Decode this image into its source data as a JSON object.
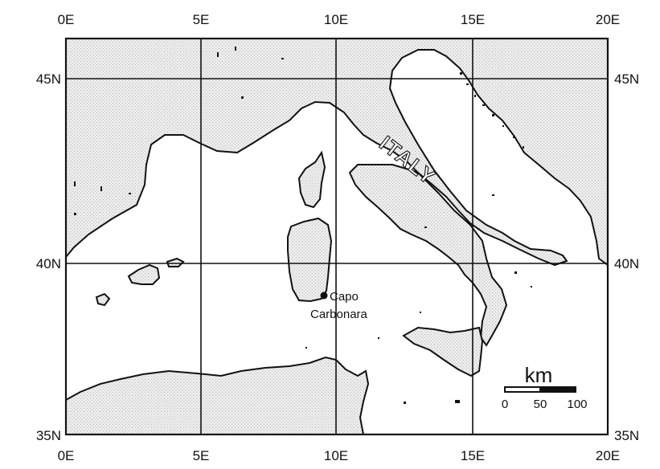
{
  "map": {
    "top_ticks": [
      "0E",
      "5E",
      "10E",
      "15E",
      "20E"
    ],
    "bottom_ticks": [
      "0E",
      "5E",
      "10E",
      "15E",
      "20E"
    ],
    "left_ticks": [
      "45N",
      "40N",
      "35N"
    ],
    "right_ticks": [
      "45N",
      "40N",
      "35N"
    ],
    "country_label": "ITALY",
    "site_name_line1": "Capo",
    "site_name_line2": "Carbonara",
    "scale_unit": "km",
    "scale_labels": [
      "0",
      "50",
      "100"
    ],
    "land_color": "#e6e6e6",
    "sea_color": "#ffffff"
  }
}
